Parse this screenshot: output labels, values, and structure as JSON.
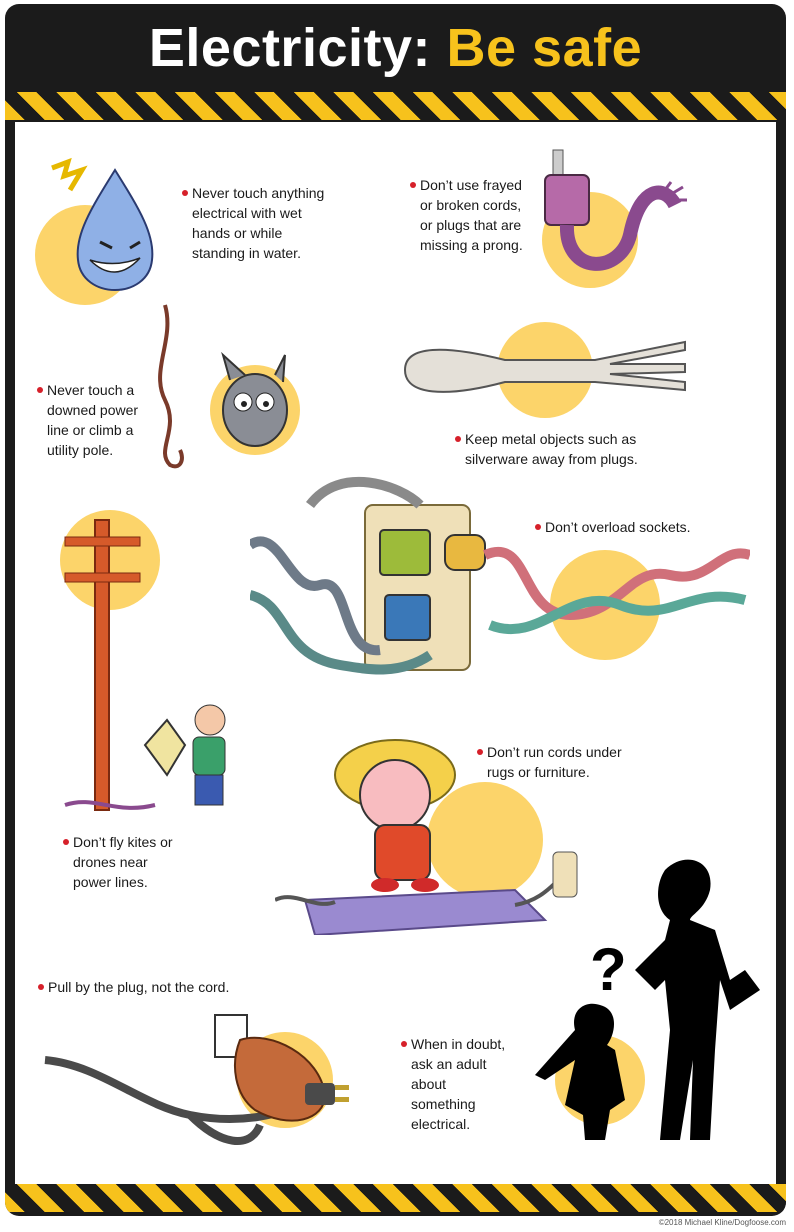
{
  "header": {
    "title_main": "Electricity:",
    "title_accent": "Be safe"
  },
  "tips": [
    {
      "text": "Never touch anything electrical with wet hands or while standing in water.",
      "lines": [
        "Never touch anything",
        "electrical with wet",
        "hands or while",
        "standing in water."
      ]
    },
    {
      "text": "Don’t use frayed or broken cords, or plugs that are missing a prong.",
      "lines": [
        "Don’t use frayed",
        "or broken cords,",
        "or plugs that are",
        "missing a prong."
      ]
    },
    {
      "text": "Never touch a downed power line or climb a utility pole.",
      "lines": [
        "Never touch a",
        "downed power",
        "line or climb a",
        "utility pole."
      ]
    },
    {
      "text": "Keep metal objects such as silverware away from plugs.",
      "lines": [
        "Keep metal objects such as",
        "silverware away from plugs."
      ]
    },
    {
      "text": "Don’t overload sockets.",
      "lines": [
        "Don’t overload sockets."
      ]
    },
    {
      "text": "Don’t run cords under rugs or furniture.",
      "lines": [
        "Don’t run cords under",
        "rugs or furniture."
      ]
    },
    {
      "text": "Don’t fly kites or drones near power lines.",
      "lines": [
        "Don’t fly kites or",
        "drones near",
        "power lines."
      ]
    },
    {
      "text": "Pull by the plug, not the cord.",
      "lines": [
        "Pull by the plug, not the cord."
      ]
    },
    {
      "text": "When in doubt, ask an adult about something electrical.",
      "lines": [
        "When in doubt,",
        "ask an adult",
        "about",
        "something",
        "electrical."
      ]
    }
  ],
  "footer": {
    "copyright": "©2018 Michael Kline/Dogfoose.com"
  },
  "colors": {
    "frame": "#1b1b1b",
    "accent_yellow": "#f7c21c",
    "circle_yellow": "#fcd46a",
    "bullet_red": "#d6202a"
  },
  "illustrations": [
    "water-drop-icon",
    "frayed-plug-icon",
    "downed-wire-cat-icon",
    "fork-icon",
    "overloaded-socket-icon",
    "utility-pole-kite-icon",
    "kid-on-rug-icon",
    "hand-pulling-plug-icon",
    "adult-child-silhouette-icon"
  ]
}
